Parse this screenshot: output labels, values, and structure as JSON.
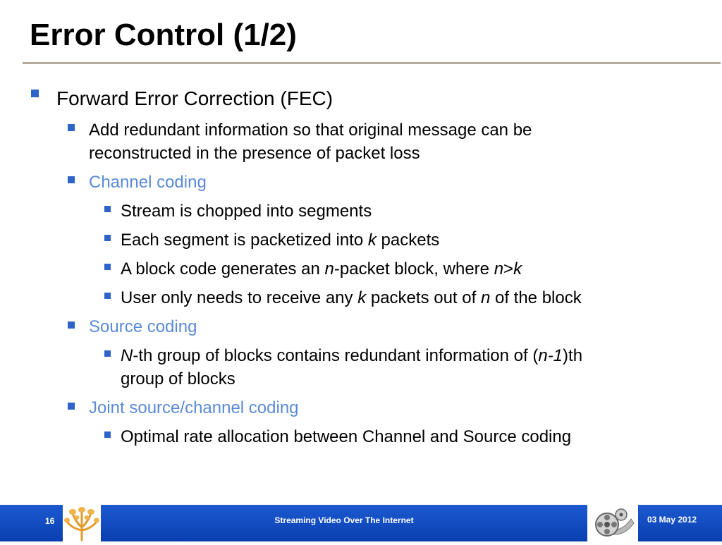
{
  "slide": {
    "title": "Error Control (1/2)",
    "bullets": {
      "fec": "Forward Error Correction (FEC)",
      "redundant_l1": "Add redundant information so that original message can be",
      "redundant_l2": "reconstructed in the presence of packet loss",
      "channel": "Channel coding",
      "stream": "Stream is chopped into segments",
      "each_a": "Each segment is packetized into ",
      "each_k": "k",
      "each_b": " packets",
      "block_a": "A block code generates an ",
      "block_n": "n",
      "block_b": "-packet block, where ",
      "block_n2": "n",
      "block_gt": ">",
      "block_k": "k",
      "user_a": "User only needs to receive any ",
      "user_k": "k",
      "user_b": " packets out of ",
      "user_n": "n",
      "user_c": " of the block",
      "source": "Source coding",
      "nth_N": "N",
      "nth_a": "-th group of blocks contains redundant information of (",
      "nth_n1": "n-1",
      "nth_b": ")th",
      "nth_l2": "group of blocks",
      "joint": "Joint source/channel coding",
      "optimal": "Optimal rate allocation between Channel and Source coding"
    }
  },
  "footer": {
    "page_number": "16",
    "center_title": "Streaming Video Over The Internet",
    "date": "03 May 2012",
    "logo_icon": "university-tree-logo",
    "film_icon": "film-reel-icon"
  },
  "colors": {
    "bullet": "#2e63c8",
    "subheading": "#5a8ad6",
    "footer_bar": "#0a3fb0"
  }
}
